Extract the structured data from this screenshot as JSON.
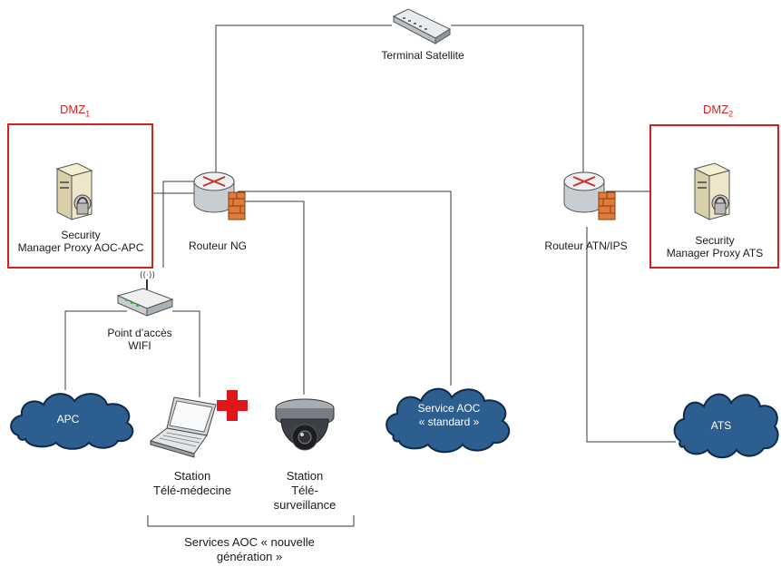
{
  "nodes": {
    "terminal_satellite": "Terminal Satellite",
    "dmz1": {
      "prefix": "DMZ",
      "sub": "1"
    },
    "dmz2": {
      "prefix": "DMZ",
      "sub": "2"
    },
    "security_proxy_apc": {
      "line1": "Security",
      "line2": "Manager Proxy AOC-APC"
    },
    "security_proxy_ats": {
      "line1": "Security",
      "line2": "Manager Proxy ATS"
    },
    "router_ng": "Routeur NG",
    "router_atn": "Routeur ATN/IPS",
    "wifi": {
      "line1": "Point d’accès",
      "line2": "WIFI"
    },
    "apc": "APC",
    "ats": "ATS",
    "service_aoc": {
      "line1": "Service AOC",
      "line2": "« standard »"
    },
    "telemedecine": {
      "line1": "Station",
      "line2": "Télé-médecine"
    },
    "telesurveillance": {
      "line1": "Station",
      "line2": "Télé-",
      "line3": "surveillance"
    },
    "services_group": {
      "line1": "Services AOC « nouvelle",
      "line2": "génération »"
    }
  },
  "colors": {
    "dmz": "#d42020",
    "cloud": "#1f4f82",
    "wire": "#333333"
  }
}
